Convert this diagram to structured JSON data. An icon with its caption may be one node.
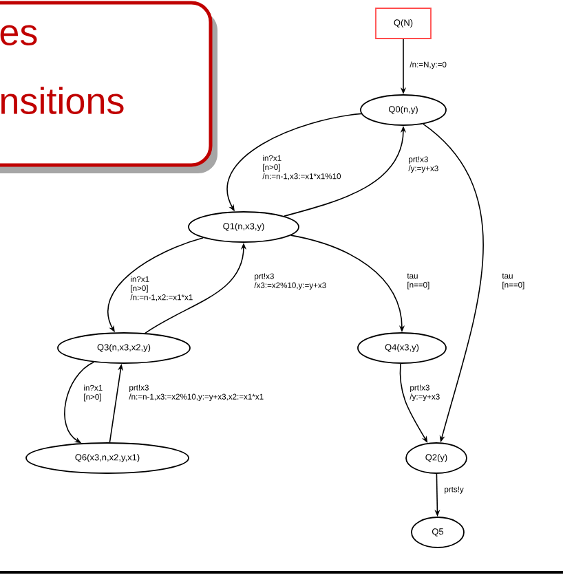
{
  "diagram": {
    "nodes": [
      {
        "text": [
          "es nsitions"
        ]
      },
      {
        "text": [
          "Q(N)"
        ]
      },
      {
        "text": [
          "Q0(n,y)"
        ]
      },
      {
        "text": [
          "Q1(n,x3,y)"
        ]
      },
      {
        "text": [
          "Q3(n,x3,x2,y)"
        ]
      },
      {
        "text": [
          "Q4(x3,y)"
        ]
      },
      {
        "text": [
          "Q6(x3,n,x2,y,x1)"
        ]
      },
      {
        "text": [
          "Q2(y)"
        ]
      },
      {
        "text": [
          "Q5"
        ]
      }
    ],
    "edges": [
      {
        "from": 1,
        "to": 2,
        "arrow": "to",
        "label": "/n:=N,y:=0"
      },
      {
        "from": 2,
        "to": 3,
        "arrow": "to",
        "label": "in?x1 [n>0] /n:=n-1,x3:=x1*x1%10"
      },
      {
        "from": 3,
        "to": 2,
        "arrow": "to",
        "label": "prt!x3 /y:=y+x3"
      },
      {
        "from": 2,
        "to": 7,
        "arrow": "to",
        "label": "tau [n==0]"
      },
      {
        "from": 3,
        "to": 5,
        "arrow": "to",
        "label": "tau [n==0]"
      },
      {
        "from": 3,
        "to": 4,
        "arrow": "to",
        "label": "in?x1 [n>0] /n:=n-1,x2:=x1*x1"
      },
      {
        "from": 4,
        "to": 3,
        "arrow": "to",
        "label": "prt!x3 /x3:=x2%10,y:=y+x3"
      },
      {
        "from": 4,
        "to": 6,
        "arrow": "to",
        "label": "in?x1 [n>0]"
      },
      {
        "from": 6,
        "to": 4,
        "arrow": "to",
        "label": "prt!x3 /n:=n-1,x3:=x2%10,y:=y+x3,x2:=x1*x1"
      },
      {
        "from": 5,
        "to": 7,
        "arrow": "to",
        "label": "prt!x3 /y:=y+x3"
      },
      {
        "from": 7,
        "to": 8,
        "arrow": "to",
        "label": "prts!y"
      }
    ]
  }
}
